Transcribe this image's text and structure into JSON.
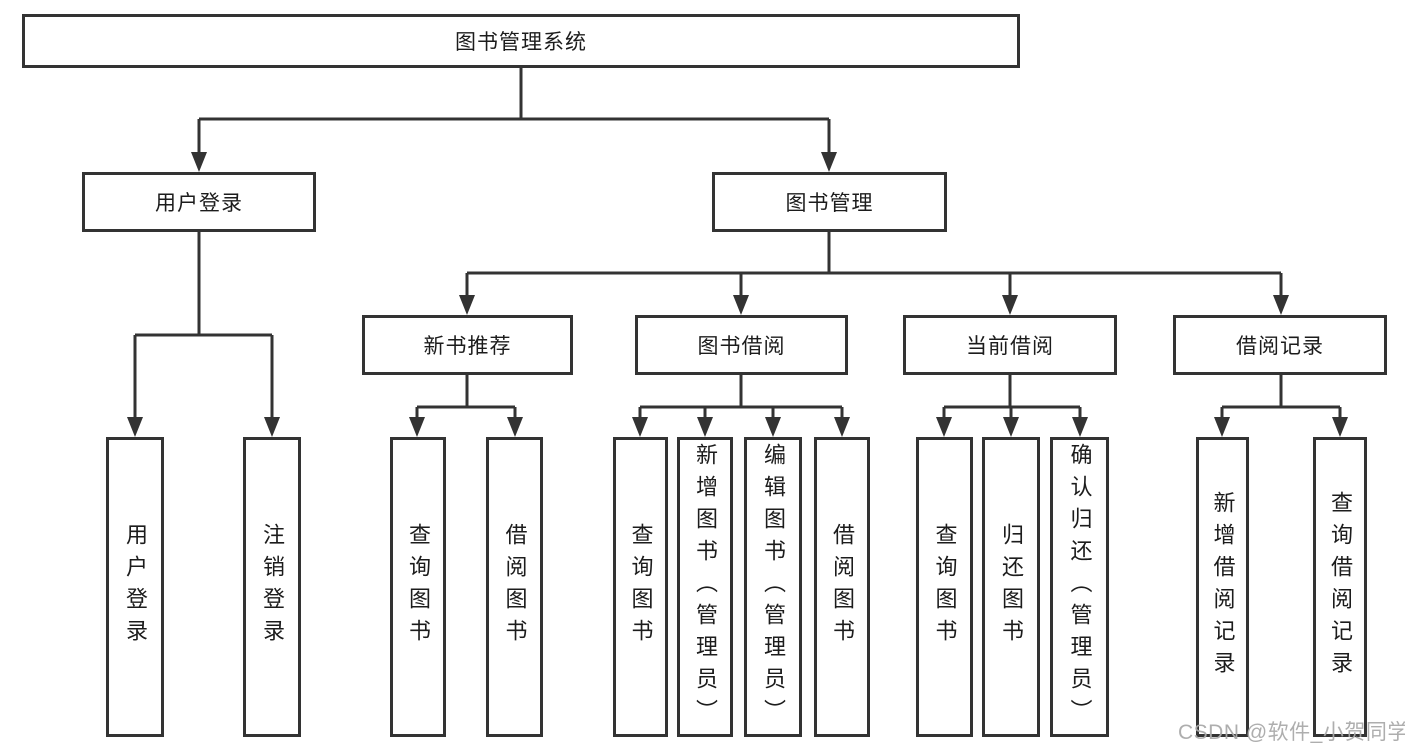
{
  "diagram": {
    "root": {
      "label": "图书管理系统",
      "children": [
        {
          "label": "用户登录",
          "children": [
            {
              "label": "用户登录"
            },
            {
              "label": "注销登录"
            }
          ]
        },
        {
          "label": "图书管理",
          "children": [
            {
              "label": "新书推荐",
              "children": [
                {
                  "label": "查询图书"
                },
                {
                  "label": "借阅图书"
                }
              ]
            },
            {
              "label": "图书借阅",
              "children": [
                {
                  "label": "查询图书"
                },
                {
                  "label": "新增图书（管理员）"
                },
                {
                  "label": "编辑图书（管理员）"
                },
                {
                  "label": "借阅图书"
                }
              ]
            },
            {
              "label": "当前借阅",
              "children": [
                {
                  "label": "查询图书"
                },
                {
                  "label": "归还图书"
                },
                {
                  "label": "确认归还（管理员）"
                }
              ]
            },
            {
              "label": "借阅记录",
              "children": [
                {
                  "label": "新增借阅记录"
                },
                {
                  "label": "查询借阅记录"
                }
              ]
            }
          ]
        }
      ]
    }
  },
  "watermark": {
    "text": "CSDN @软件_小贺同学"
  },
  "colors": {
    "line": "#333333",
    "node_border": "#333333",
    "text": "#1c1c1c",
    "background": "#ffffff",
    "watermark": "#aaaaaa"
  }
}
